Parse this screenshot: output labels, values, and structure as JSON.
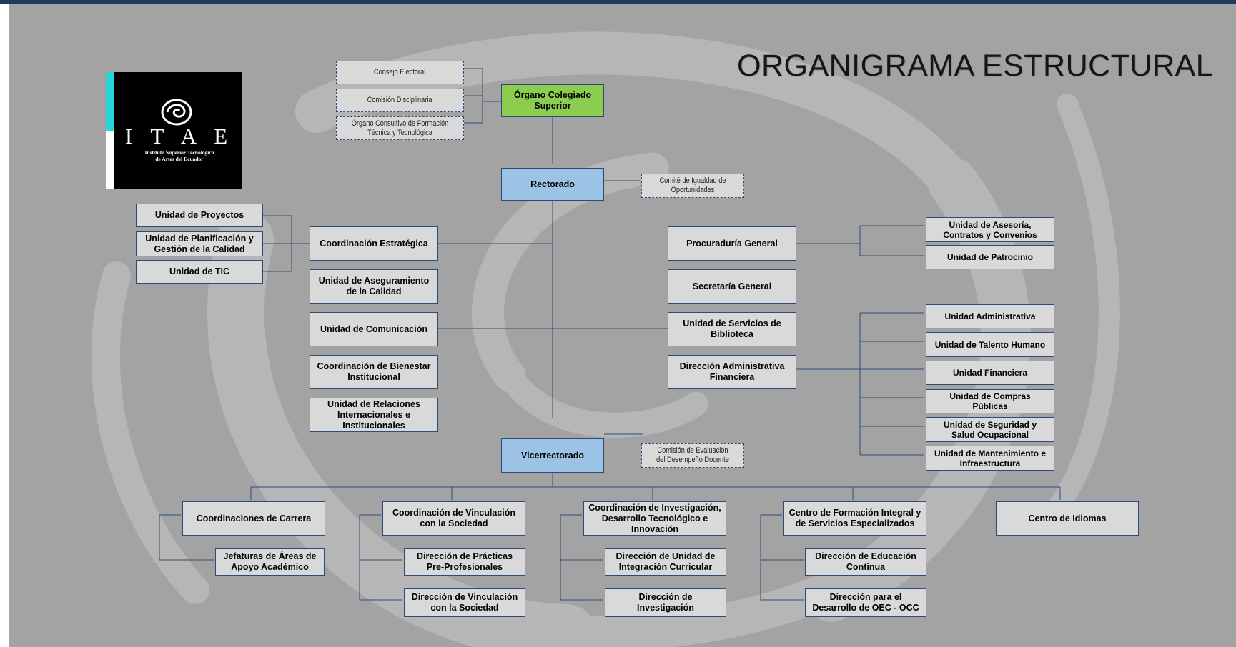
{
  "title": "ORGANIGRAMA ESTRUCTURAL",
  "logo": {
    "word": "I T A E",
    "line1": "Instituto Superior Tecnológico",
    "line2": "de Artes del Ecuador"
  },
  "colors": {
    "background": "#a3a3a3",
    "box": "#d9d9d9",
    "box_blue": "#9cc3e5",
    "box_green": "#8ccd4f",
    "border": "#2c4c78"
  },
  "nodes": {
    "consejo_electoral": "Consejo Electoral",
    "comision_disciplinaria": "Comisión Disciplinaria",
    "organo_consultivo": "Órgano Consultivo de Formación Técnica y Tecnológica",
    "organo_colegiado": "Órgano Colegiado Superior",
    "rectorado": "Rectorado",
    "comite_igualdad": "Comité de Igualdad de Oportunidades",
    "unidad_proyectos": "Unidad de Proyectos",
    "unidad_planificacion": "Unidad de Planificación y Gestión de la Calidad",
    "unidad_tic": "Unidad de TIC",
    "coord_estrategica": "Coordinación Estratégica",
    "unidad_aseguramiento": "Unidad de Aseguramiento de la Calidad",
    "unidad_comunicacion": "Unidad de Comunicación",
    "coord_bienestar": "Coordinación de Bienestar Institucional",
    "unidad_relaciones": "Unidad de Relaciones Internacionales e Institucionales",
    "procuraduria": "Procuraduría General",
    "secretaria": "Secretaría General",
    "unidad_biblioteca": "Unidad de Servicios de Biblioteca",
    "direccion_admin_fin": "Dirección Administrativa Financiera",
    "unidad_asesoria": "Unidad de Asesoría, Contratos y Convenios",
    "unidad_patrocinio": "Unidad de Patrocinio",
    "unidad_administrativa": "Unidad Administrativa",
    "unidad_talento": "Unidad de Talento Humano",
    "unidad_financiera": "Unidad Financiera",
    "unidad_compras": "Unidad de Compras Públicas",
    "unidad_seguridad": "Unidad de Seguridad y Salud Ocupacional",
    "unidad_mantenimiento": "Unidad de Mantenimiento e Infraestructura",
    "vicerrectorado": "Vicerrectorado",
    "comision_evaluacion": "Comisión de Evaluación del Desempeño Docente",
    "coordinaciones_carrera": "Coordinaciones de Carrera",
    "jefaturas": "Jefaturas de Áreas de Apoyo Académico",
    "coord_vinculacion": "Coordinación de Vinculación con la Sociedad",
    "direccion_practicas": "Dirección de Prácticas Pre-Profesionales",
    "direccion_vinculacion": "Dirección de Vinculación con la Sociedad",
    "coord_investigacion": "Coordinación de Investigación, Desarrollo Tecnológico e Innovación",
    "direccion_integracion": "Dirección de Unidad de Integración Curricular",
    "direccion_investigacion": "Dirección de Investigación",
    "centro_formacion": "Centro de Formación Integral y de Servicios Especializados",
    "direccion_educacion": "Dirección de Educación Continua",
    "direccion_oec": "Dirección para el Desarrollo de OEC - OCC",
    "centro_idiomas": "Centro de Idiomas"
  }
}
